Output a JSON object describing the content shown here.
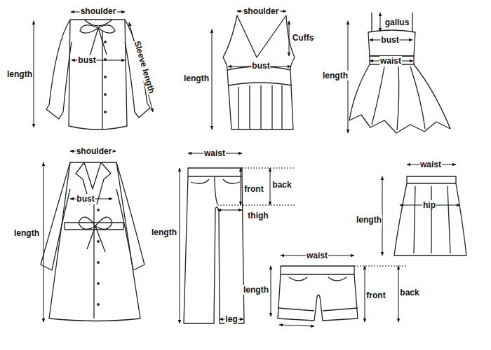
{
  "diagram": {
    "labels": [
      "shoulder",
      "bust",
      "Sleeve length",
      "length",
      "shoulder",
      "Cuffs",
      "bust",
      "length",
      "gallus",
      "bust",
      "waist",
      "length",
      "shoulder",
      "bust",
      "length",
      "waist",
      "front",
      "back",
      "thigh",
      "length",
      "leg",
      "waist",
      "hip",
      "length",
      "waist",
      "length",
      "front",
      "back"
    ]
  }
}
